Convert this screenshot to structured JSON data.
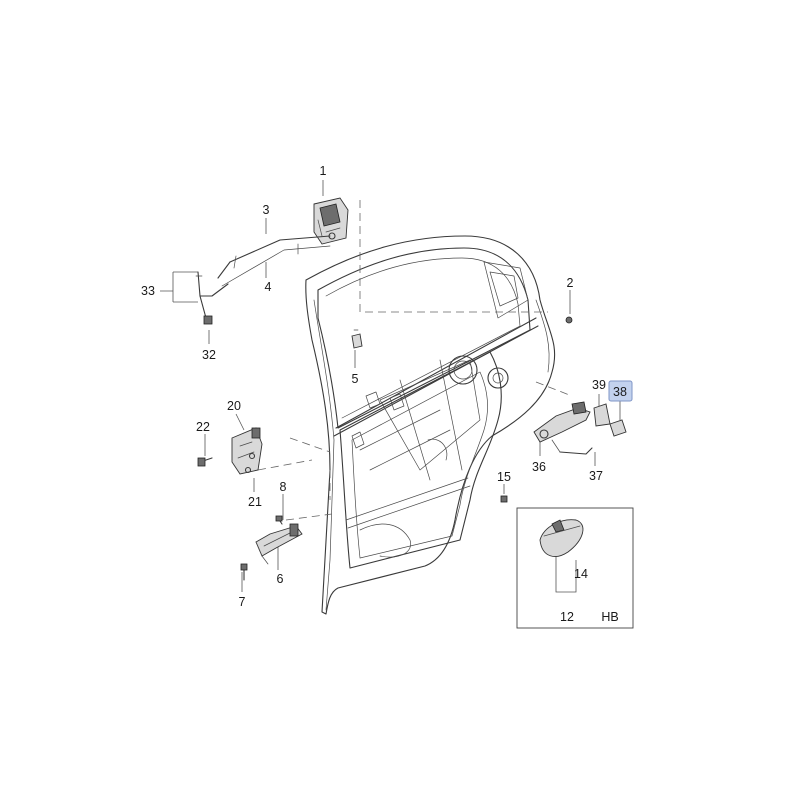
{
  "callouts": {
    "c1": "1",
    "c2": "2",
    "c3": "3",
    "c4": "4",
    "c5": "5",
    "c6": "6",
    "c7": "7",
    "c8": "8",
    "c12": "12",
    "c14": "14",
    "c15": "15",
    "c20": "20",
    "c21": "21",
    "c22": "22",
    "c32": "32",
    "c33": "33",
    "c36": "36",
    "c37": "37",
    "c38": "38",
    "c39": "39"
  },
  "highlighted_callout": "38",
  "highlight_color": "#c3d2ee",
  "inset_label": "HB"
}
